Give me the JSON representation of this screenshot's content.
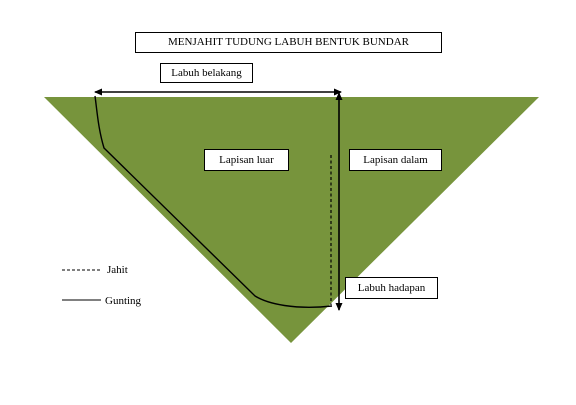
{
  "title": "MENJAHIT TUDUNG LABUH BENTUK BUNDAR",
  "labels": {
    "labuh_belakang": "Labuh belakang",
    "lapisan_luar": "Lapisan luar",
    "lapisan_dalam": "Lapisan dalam",
    "labuh_hadapan": "Labuh hadapan"
  },
  "legend": {
    "jahit": "Jahit",
    "gunting": "Gunting"
  },
  "colors": {
    "fabric": "#77943c",
    "line": "#000000",
    "background": "#ffffff"
  }
}
